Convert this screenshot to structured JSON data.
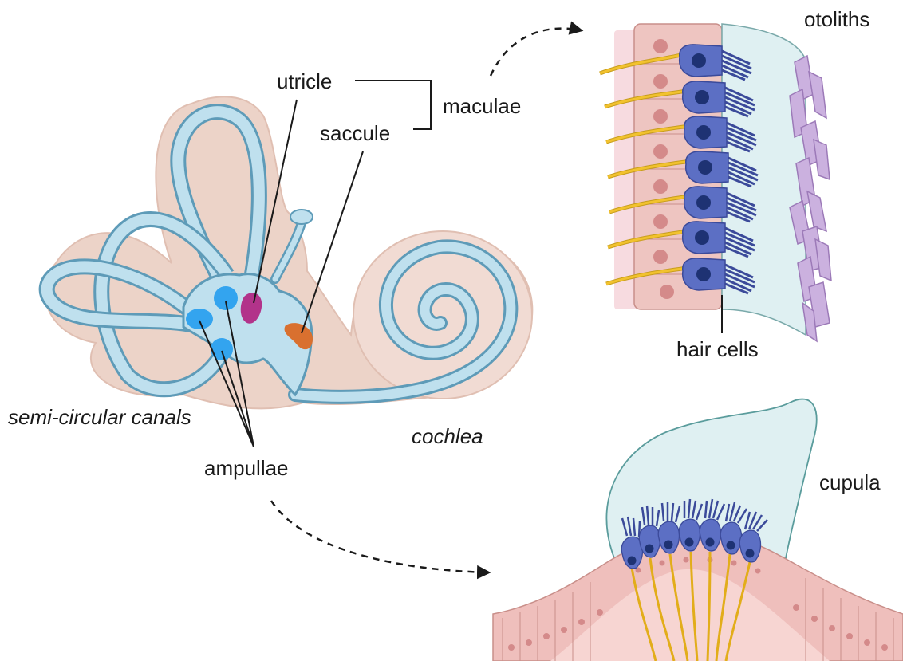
{
  "labels": {
    "utricle": "utricle",
    "saccule": "saccule",
    "maculae": "maculae",
    "otoliths": "otoliths",
    "hair_cells": "hair cells",
    "semi_circular_canals": "semi-circular canals",
    "cochlea": "cochlea",
    "ampullae": "ampullae",
    "cupula": "cupula"
  },
  "colors": {
    "bony_labyrinth": "#ecd3c8",
    "membranous_labyrinth": "#bfe0ee",
    "membrane_outline": "#5e9bb8",
    "ampulla_blue": "#33a4ef",
    "utricle_magenta": "#b2338a",
    "saccule_orange": "#d9702f",
    "hair_cell": "#5c6fc4",
    "hair_cell_nucleus": "#1e3273",
    "nerve_fiber": "#f2c22e",
    "support_cell": "#efbfbc",
    "support_nucleus": "#d48a8a",
    "gel_layer": "#dff0f2",
    "otolith_crystal": "#cbb1df",
    "arrow": "#1a1a1a"
  }
}
